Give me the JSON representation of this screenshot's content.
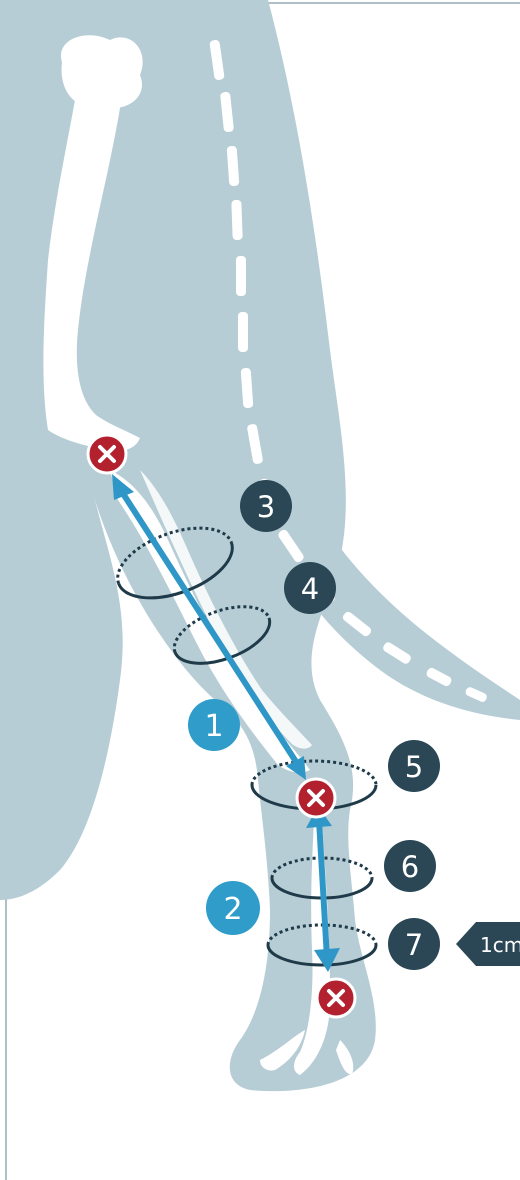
{
  "colors": {
    "silhouette": "#b7cdd6",
    "bone": "#ffffff",
    "ring": "#1f3a48",
    "arrow": "#2f97c7",
    "marker": "#b3202e",
    "dark_badge": "#2b4756",
    "blue_badge": "#2f9cc9"
  },
  "length_labels": [
    {
      "id": "1",
      "text": "1"
    },
    {
      "id": "2",
      "text": "2"
    }
  ],
  "circumference_labels": [
    {
      "id": "3",
      "text": "3"
    },
    {
      "id": "4",
      "text": "4"
    },
    {
      "id": "5",
      "text": "5"
    },
    {
      "id": "6",
      "text": "6"
    },
    {
      "id": "7",
      "text": "7"
    }
  ],
  "callout": {
    "text": "1cm"
  }
}
